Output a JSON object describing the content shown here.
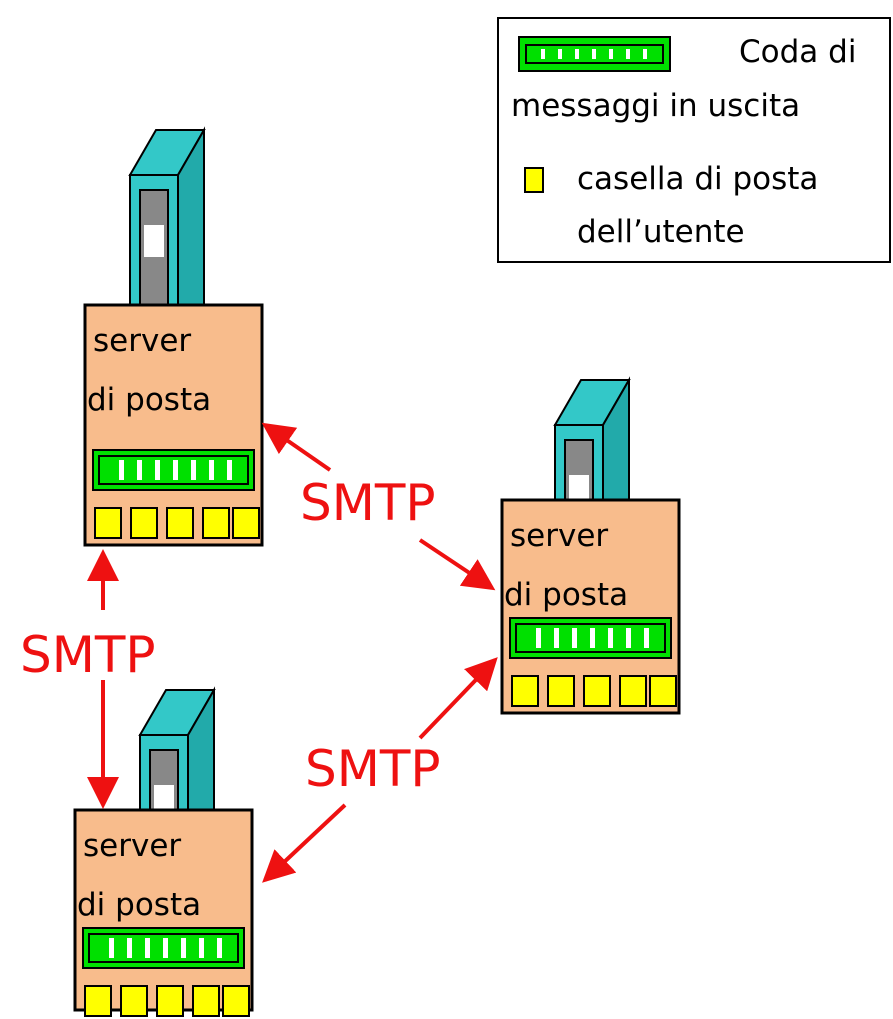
{
  "legend": {
    "queue_label_line1": "Coda di",
    "queue_label_line2": "messaggi in uscita",
    "mailbox_label_line1": "casella di posta",
    "mailbox_label_line2": "dell’utente"
  },
  "servers": [
    {
      "line1": "server",
      "line2": "di posta"
    },
    {
      "line1": "server",
      "line2": "di posta"
    },
    {
      "line1": "server",
      "line2": "di posta"
    }
  ],
  "protocol_labels": [
    "SMTP",
    "SMTP",
    "SMTP"
  ],
  "colors": {
    "server_box": "#f8bc8c",
    "queue": "#00e000",
    "mailbox": "#ffff00",
    "tower": "#33c8c8",
    "arrow": "#ee1111"
  }
}
